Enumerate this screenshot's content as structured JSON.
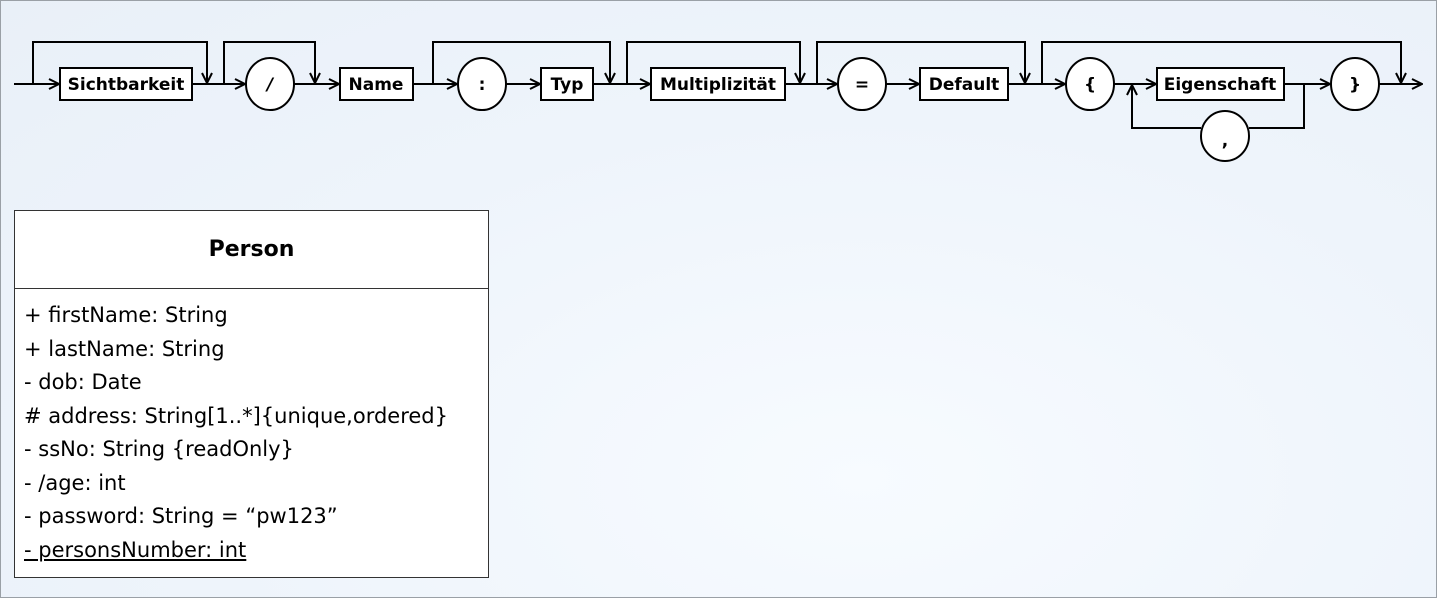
{
  "syntax_diagram": {
    "sichtbarkeit": "Sichtbarkeit",
    "slash": "/",
    "name": "Name",
    "colon": ":",
    "typ": "Typ",
    "multiplizitaet": "Multiplizität",
    "equals": "=",
    "default": "Default",
    "open_brace": "{",
    "eigenschaft": "Eigenschaft",
    "comma": ",",
    "close_brace": "}"
  },
  "uml_class": {
    "title": "Person",
    "attributes": [
      "+ firstName: String",
      "+ lastName: String",
      "- dob: Date",
      "# address: String[1..*]{unique,ordered}",
      "- ssNo: String {readOnly}",
      "- /age: int",
      "- password: String = “pw123”",
      "- personsNumber: int"
    ]
  }
}
